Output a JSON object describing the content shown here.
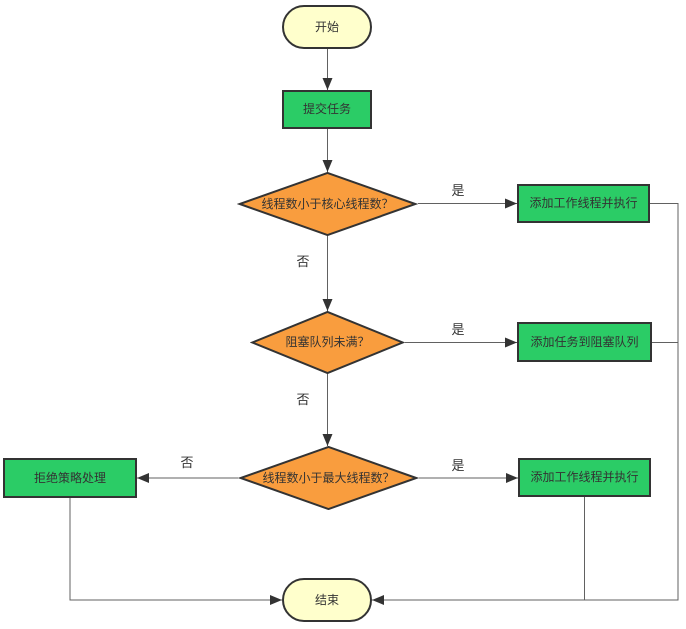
{
  "diagram": {
    "description": "Thread pool task submission flowchart",
    "nodes": {
      "start": {
        "label": "开始",
        "type": "terminator"
      },
      "submit": {
        "label": "提交任务",
        "type": "process"
      },
      "d1": {
        "label": "线程数小于核心线程数？",
        "type": "decision"
      },
      "box1": {
        "label": "添加工作线程并执行",
        "type": "process"
      },
      "d2": {
        "label": "阻塞队列未满？",
        "type": "decision"
      },
      "box2": {
        "label": "添加任务到阻塞队列",
        "type": "process"
      },
      "d3": {
        "label": "线程数小于最大线程数？",
        "type": "decision"
      },
      "box3": {
        "label": "添加工作线程并执行",
        "type": "process"
      },
      "reject": {
        "label": "拒绝策略处理",
        "type": "process"
      },
      "end": {
        "label": "结束",
        "type": "terminator"
      }
    },
    "edge_labels": {
      "d1_yes": "是",
      "d1_no": "否",
      "d2_yes": "是",
      "d2_no": "否",
      "d3_yes": "是",
      "d3_no": "否"
    },
    "edges": [
      "start -> submit",
      "submit -> d1",
      "d1 -是-> box1",
      "d1 -否-> d2",
      "d2 -是-> box2",
      "d2 -否-> d3",
      "d3 -是-> box3",
      "d3 -否-> reject",
      "box1 -> end",
      "box2 -> end",
      "box3 -> end",
      "reject -> end"
    ]
  },
  "colors": {
    "terminator_fill": "#FFFFCC",
    "process_fill": "#2BCC66",
    "decision_fill": "#F99D3E",
    "stroke": "#333333",
    "line": "#616161",
    "arrow": "#333333",
    "text_color": "#333333"
  }
}
